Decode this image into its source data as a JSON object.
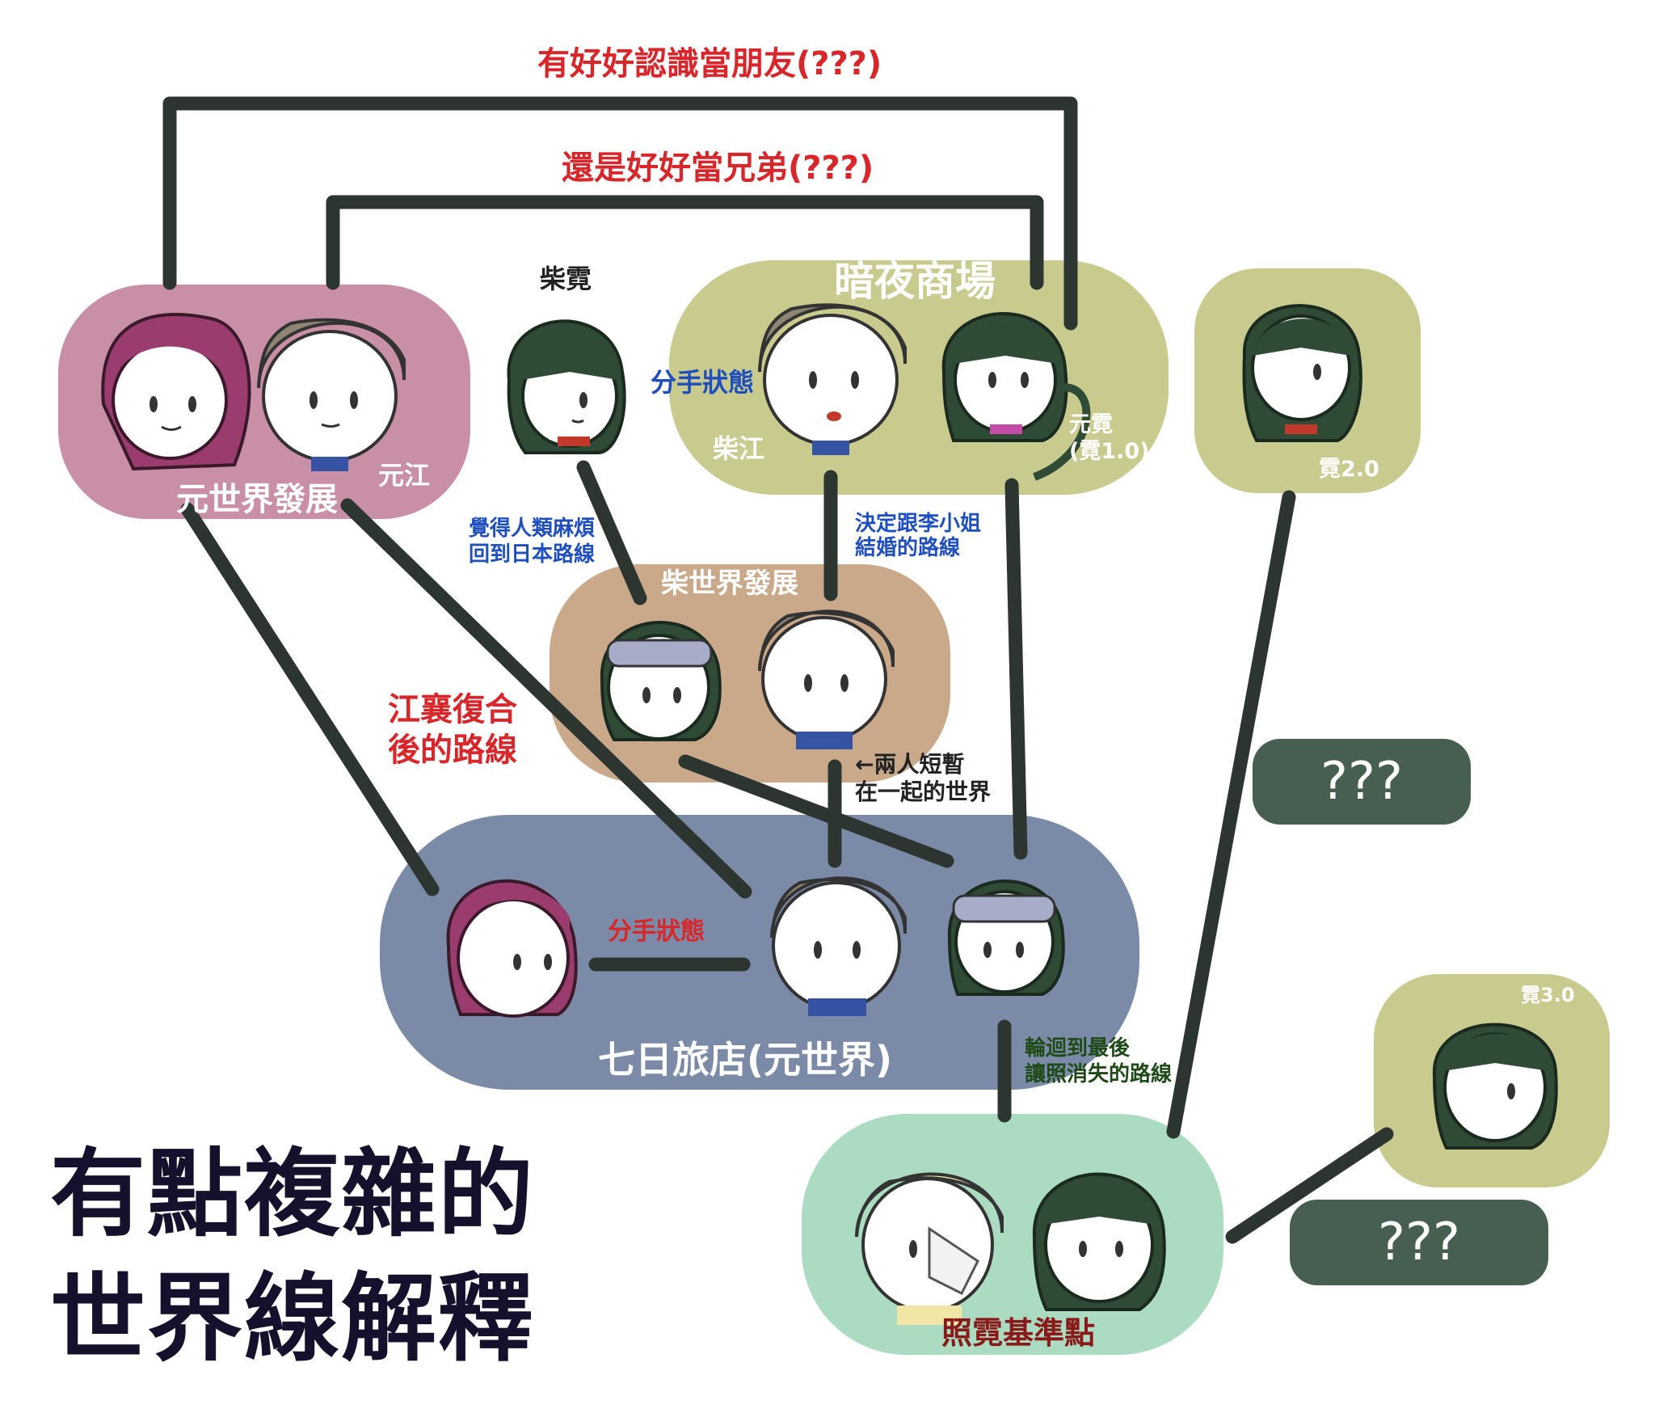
{
  "title": {
    "line1": "有點複雜的",
    "line2": "世界線解釋"
  },
  "connections": {
    "top_link": "有好好認識當朋友(???)",
    "second_link": "還是好好當兄弟(???)",
    "breakup_jiang": "江襄復合",
    "breakup_jiang_2": "後的路線",
    "human_trouble_1": "覺得人類麻煩",
    "human_trouble_2": "回到日本路線",
    "marry_1": "決定跟李小姐",
    "marry_2": "結婚的路線",
    "brief_1": "←兩人短暫",
    "brief_2": "在一起的世界",
    "reincarnation_1": "輪迴到最後",
    "reincarnation_2": "讓照消失的路線"
  },
  "groups": {
    "yuan_world": {
      "label": "元世界發展",
      "char_label": "元江"
    },
    "standalone_chai": {
      "label": "柴霓"
    },
    "night_market": {
      "label": "暗夜商場",
      "status": "分手狀態",
      "char_left": "柴江",
      "char_right_1": "元霓",
      "char_right_2": "(霓1.0)"
    },
    "ni2": {
      "label": "霓2.0"
    },
    "chai_world": {
      "label": "柴世界發展"
    },
    "seven_day_hotel": {
      "label": "七日旅店(元世界)",
      "status": "分手狀態"
    },
    "zhao_ni": {
      "label": "照霓基準點"
    },
    "ni3": {
      "label": "霓3.0"
    }
  },
  "unknowns": {
    "box1": "???",
    "box2": "???"
  },
  "colors": {
    "pink": "#c98fa6",
    "olive": "#c8ca8e",
    "tan": "#c9a98a",
    "slate": "#7b8aa6",
    "mint": "#abdbc0",
    "darkgreen": "#465f51",
    "line": "#2d3530",
    "red_text": "#d9262a",
    "blue_text": "#1f4fbf"
  }
}
